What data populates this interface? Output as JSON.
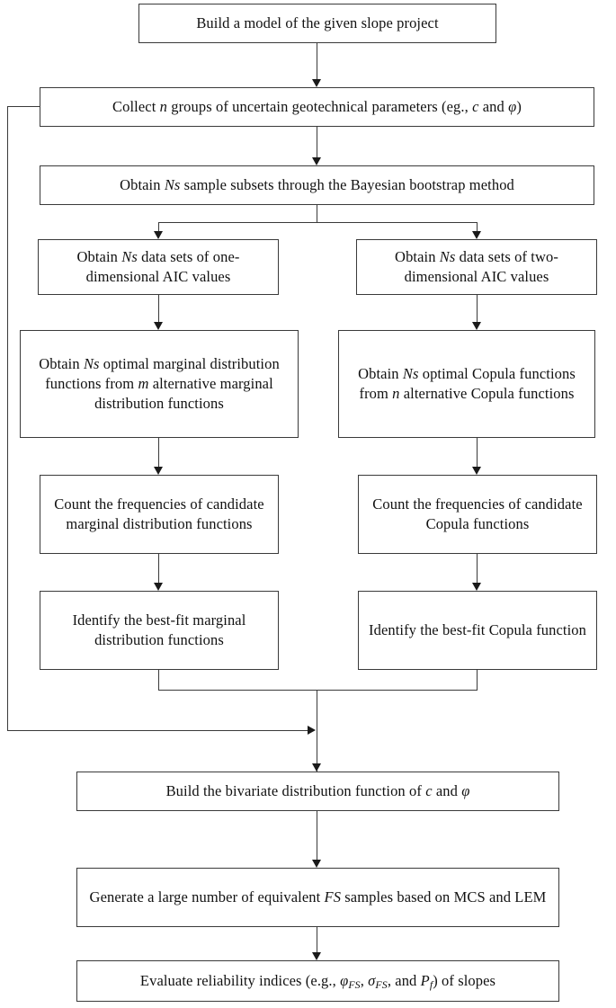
{
  "diagram": {
    "title": "Slope reliability analysis flowchart",
    "type": "flowchart",
    "orientation": "top-down",
    "line_color": "#3a3a3a",
    "background": "#ffffff"
  },
  "nodes": {
    "n1": {
      "id": "build-model",
      "text": "Build a model of the given slope project"
    },
    "n2": {
      "id": "collect-groups",
      "text_html": "Collect <em class=\"it\">n</em> groups of uncertain geotechnical parameters (eg., <em class=\"it\">c</em> and <em class=\"it\">φ</em>)",
      "text": "Collect n groups of uncertain geotechnical parameters (eg., c and φ)"
    },
    "n3": {
      "id": "bayesian-bootstrap",
      "text_html": "Obtain <em class=\"it\">Ns</em> sample subsets through the Bayesian bootstrap method",
      "text": "Obtain Ns sample subsets through the Bayesian bootstrap method"
    },
    "n4L": {
      "id": "one-dim-aic",
      "text_html": "Obtain <em class=\"it\">Ns</em> data sets of one-dimensional AIC values",
      "text": "Obtain Ns data sets of one-dimensional AIC values"
    },
    "n4R": {
      "id": "two-dim-aic",
      "text_html": "Obtain <em class=\"it\">Ns</em> data sets of two-dimensional AIC values",
      "text": "Obtain Ns data sets of two-dimensional AIC values"
    },
    "n5L": {
      "id": "optimal-marginal",
      "text_html": "Obtain <em class=\"it\">Ns</em> optimal marginal distribution functions from <em class=\"it\">m</em> alternative marginal distribution functions",
      "text": "Obtain Ns optimal marginal distribution functions from m alternative marginal distribution functions"
    },
    "n5R": {
      "id": "optimal-copula",
      "text_html": "Obtain <em class=\"it\">Ns</em> optimal Copula functions from <em class=\"it\">n</em> alternative Copula functions",
      "text": "Obtain Ns optimal Copula functions from n alternative Copula functions"
    },
    "n6L": {
      "id": "count-marginal",
      "text_html": "Count the frequencies of candidate marginal distribution functions",
      "text": "Count the frequencies of candidate marginal distribution functions"
    },
    "n6R": {
      "id": "count-copula",
      "text_html": "Count the frequencies of candidate Copula functions",
      "text": "Count the frequencies of candidate Copula functions"
    },
    "n7L": {
      "id": "identify-marginal",
      "text_html": "Identify the best-fit marginal distribution functions",
      "text": "Identify the best-fit marginal distribution functions"
    },
    "n7R": {
      "id": "identify-copula",
      "text_html": "Identify the best-fit Copula function",
      "text": "Identify the best-fit Copula function"
    },
    "n8": {
      "id": "bivariate-distribution",
      "text_html": "Build the bivariate distribution function of <em class=\"it\">c</em> and <em class=\"it\">φ</em>",
      "text": "Build the bivariate distribution function of c and φ"
    },
    "n9": {
      "id": "generate-fs-samples",
      "text_html": "Generate a large number of equivalent <em class=\"it\">FS</em> samples based on MCS and LEM",
      "text": "Generate a large number of equivalent FS samples based on MCS and LEM"
    },
    "n10": {
      "id": "evaluate-reliability",
      "text_html": "Evaluate reliability indices (e.g., <em class=\"it\">φ<span class=\"sub\">FS</span></em>, <em class=\"it\">σ<span class=\"sub\">FS</span></em>, and <em class=\"it\">P<span class=\"sub\">f</span></em>) of slopes",
      "text": "Evaluate reliability indices (e.g., φFS, σFS, and Pf) of slopes"
    }
  },
  "edges": [
    {
      "name": "build-model-to-collect",
      "from": "build-model",
      "to": "collect-groups",
      "kind": "arrow-down"
    },
    {
      "name": "collect-to-bootstrap",
      "from": "collect-groups",
      "to": "bayesian-bootstrap",
      "kind": "arrow-down"
    },
    {
      "name": "bootstrap-split-left",
      "from": "bayesian-bootstrap",
      "to": "one-dim-aic",
      "kind": "branch-down"
    },
    {
      "name": "bootstrap-split-right",
      "from": "bayesian-bootstrap",
      "to": "two-dim-aic",
      "kind": "branch-down"
    },
    {
      "name": "one-dim-to-optimal-marginal",
      "from": "one-dim-aic",
      "to": "optimal-marginal",
      "kind": "arrow-down"
    },
    {
      "name": "two-dim-to-optimal-copula",
      "from": "two-dim-aic",
      "to": "optimal-copula",
      "kind": "arrow-down"
    },
    {
      "name": "optimal-marginal-to-count",
      "from": "optimal-marginal",
      "to": "count-marginal",
      "kind": "arrow-down"
    },
    {
      "name": "optimal-copula-to-count",
      "from": "optimal-copula",
      "to": "count-copula",
      "kind": "arrow-down"
    },
    {
      "name": "count-marginal-to-identify",
      "from": "count-marginal",
      "to": "identify-marginal",
      "kind": "arrow-down"
    },
    {
      "name": "count-copula-to-identify",
      "from": "count-copula",
      "to": "identify-copula",
      "kind": "arrow-down"
    },
    {
      "name": "merge-to-bivariate",
      "from": "identify-marginal,identify-copula",
      "to": "bivariate-distribution",
      "kind": "merge-down"
    },
    {
      "name": "feedback-loop",
      "from": "collect-groups",
      "to": "merge-junction",
      "kind": "loop-left-arrow-right"
    },
    {
      "name": "bivariate-to-generate",
      "from": "bivariate-distribution",
      "to": "generate-fs-samples",
      "kind": "arrow-down"
    },
    {
      "name": "generate-to-evaluate",
      "from": "generate-fs-samples",
      "to": "evaluate-reliability",
      "kind": "arrow-down"
    }
  ]
}
